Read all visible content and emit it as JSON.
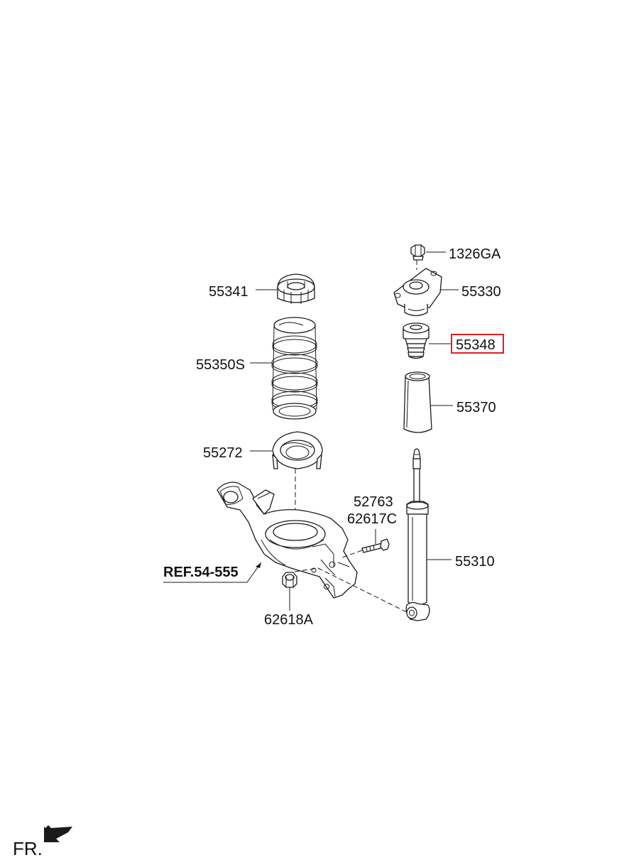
{
  "parts": [
    {
      "id": "nut-top",
      "number": "1326GA"
    },
    {
      "id": "mount-bracket",
      "number": "55330"
    },
    {
      "id": "spring-pad-upper",
      "number": "55341"
    },
    {
      "id": "bump-stopper",
      "number": "55348",
      "highlighted": true,
      "highlight_color": "#e02020"
    },
    {
      "id": "coil-spring",
      "number": "55350S"
    },
    {
      "id": "dust-cover",
      "number": "55370"
    },
    {
      "id": "spring-pad-lower",
      "number": "55272"
    },
    {
      "id": "bolt-a",
      "number": "52763"
    },
    {
      "id": "bolt-b",
      "number": "62617C"
    },
    {
      "id": "shock-absorber",
      "number": "55310"
    },
    {
      "id": "nut-lower",
      "number": "62618A"
    }
  ],
  "reference": {
    "text": "REF.54-555"
  },
  "direction": {
    "text": "FR."
  }
}
